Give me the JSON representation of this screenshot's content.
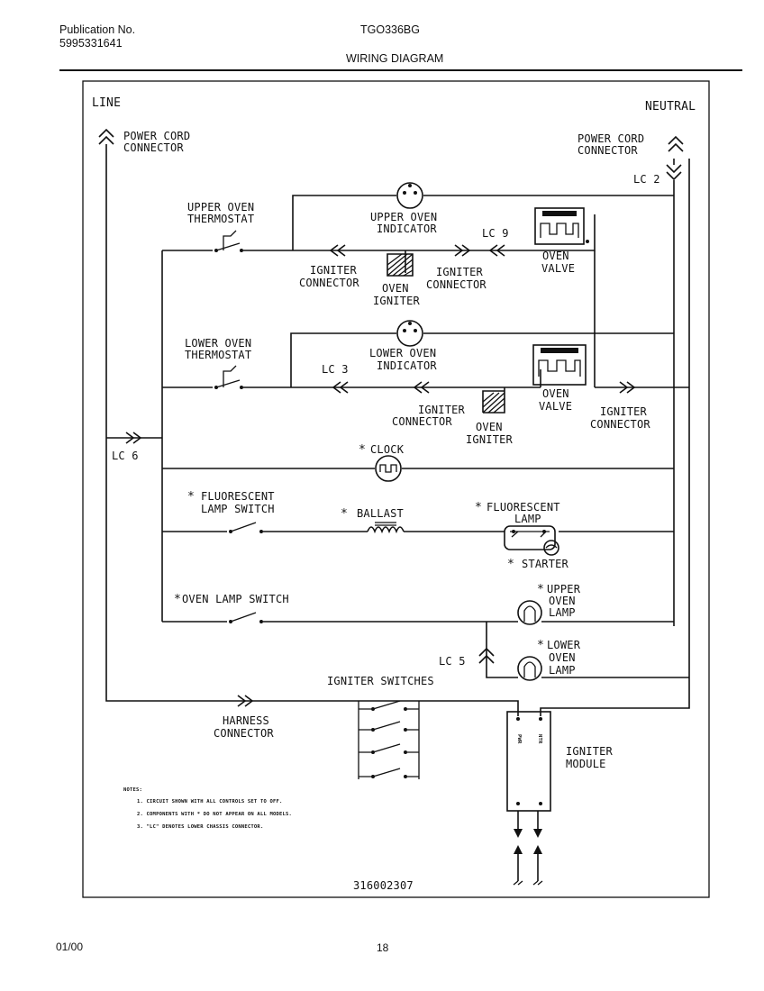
{
  "header": {
    "pub_label": "Publication No.",
    "pub_number": "5995331641",
    "model": "TGO336BG",
    "title": "WIRING DIAGRAM"
  },
  "footer": {
    "date": "01/00",
    "page": "18"
  },
  "diagram": {
    "line": "LINE",
    "neutral": "NEUTRAL",
    "power_cord_connector": [
      "POWER CORD",
      "CONNECTOR"
    ],
    "lc2": "LC 2",
    "upper_oven_thermostat": [
      "UPPER OVEN",
      "THERMOSTAT"
    ],
    "upper_oven_indicator": [
      "UPPER OVEN",
      "INDICATOR"
    ],
    "lc9": "LC 9",
    "oven_valve": [
      "OVEN",
      "VALVE"
    ],
    "igniter_connector": [
      "IGNITER",
      "CONNECTOR"
    ],
    "oven_igniter": [
      "OVEN",
      "IGNITER"
    ],
    "lower_oven_thermostat": [
      "LOWER OVEN",
      "THERMOSTAT"
    ],
    "lower_oven_indicator": [
      "LOWER OVEN",
      "INDICATOR"
    ],
    "lc3": "LC 3",
    "lc6": "LC 6",
    "clock": "CLOCK",
    "fluorescent_lamp_switch": [
      "FLUORESCENT",
      "LAMP SWITCH"
    ],
    "ballast": "BALLAST",
    "fluorescent_lamp": [
      "FLUORESCENT",
      "LAMP"
    ],
    "starter": "STARTER",
    "oven_lamp_switch": "OVEN LAMP SWITCH",
    "upper_oven_lamp": [
      "UPPER",
      "OVEN",
      "LAMP"
    ],
    "lower_oven_lamp": [
      "LOWER",
      "OVEN",
      "LAMP"
    ],
    "lc5": "LC 5",
    "igniter_switches": "IGNITER SWITCHES",
    "harness_connector": [
      "HARNESS",
      "CONNECTOR"
    ],
    "igniter_module": [
      "IGNITER",
      "MODULE"
    ],
    "module_terminals": [
      "PWR",
      "NTR"
    ],
    "asterisk": "*",
    "notes_title": "NOTES:",
    "notes": [
      "1. CIRCUIT SHOWN WITH ALL CONTROLS SET TO OFF.",
      "2. COMPONENTS WITH * DO NOT APPEAR ON ALL MODELS.",
      "3. \"LC\" DENOTES LOWER CHASSIS CONNECTOR."
    ],
    "drawing_number": "316002307"
  }
}
